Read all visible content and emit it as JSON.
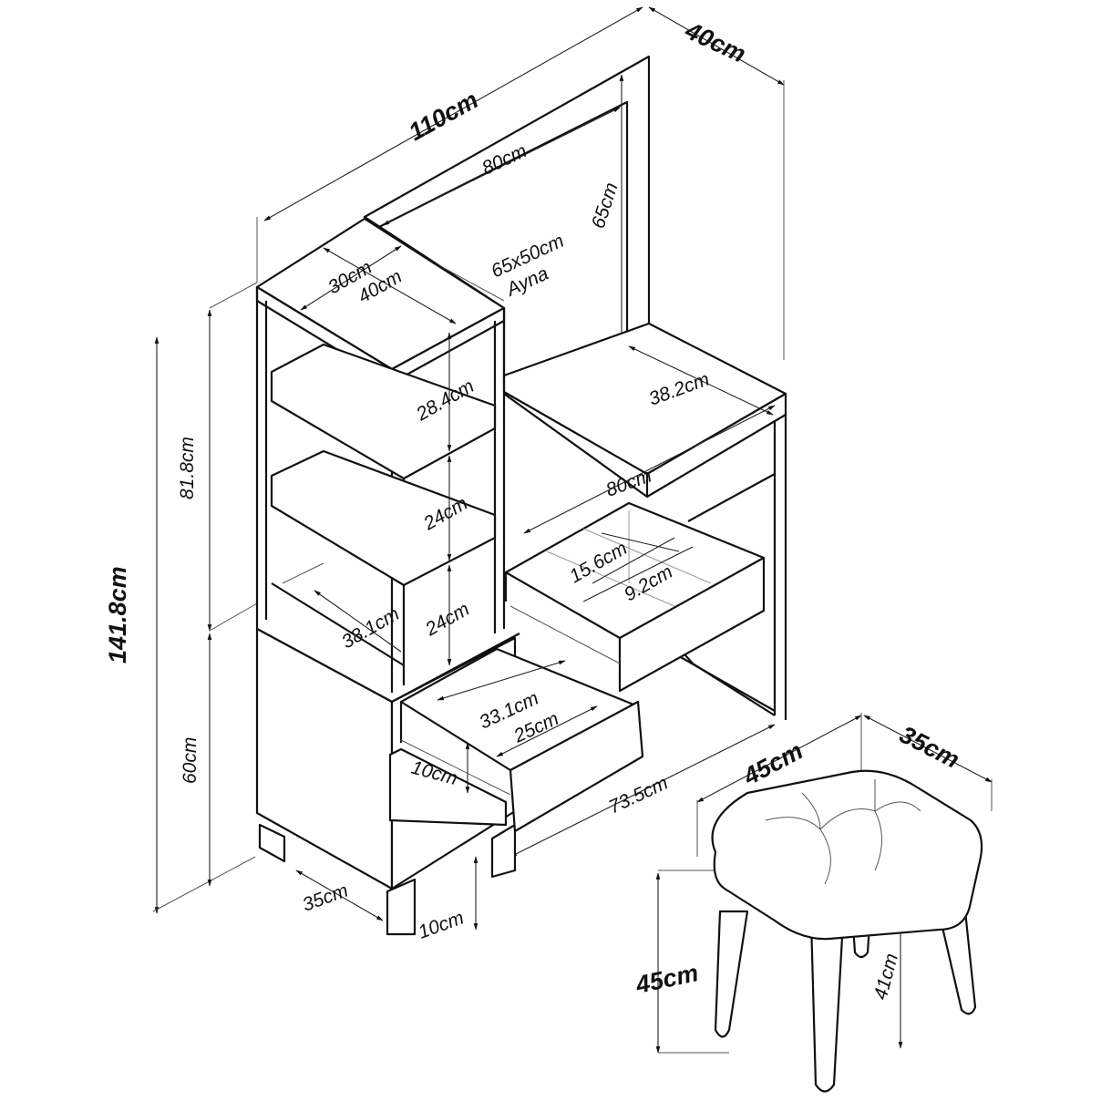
{
  "overall": {
    "width": "110cm",
    "depth": "40cm",
    "height": "141.8cm"
  },
  "mirror": {
    "width": "80cm",
    "height": "65cm",
    "size": "65x50cm",
    "name": "Ayna"
  },
  "tower": {
    "top_width": "30cm",
    "top_depth": "40cm",
    "shelf_1": "28.4cm",
    "shelf_2": "24cm",
    "shelf_3": "24cm",
    "inner_depth": "38.1cm",
    "upper_height": "81.8cm",
    "lower_height": "60cm",
    "base_depth": "35cm",
    "leg_height": "10cm"
  },
  "desk": {
    "depth": "38.2cm",
    "width": "80cm",
    "drawer_a": "15.6cm",
    "drawer_b": "9.2cm",
    "height": "73.5cm"
  },
  "lower_drawer": {
    "width": "33.1cm",
    "depth": "25cm",
    "height": "10cm"
  },
  "stool": {
    "width": "45cm",
    "depth": "35cm",
    "height": "45cm",
    "leg_height": "41cm"
  }
}
